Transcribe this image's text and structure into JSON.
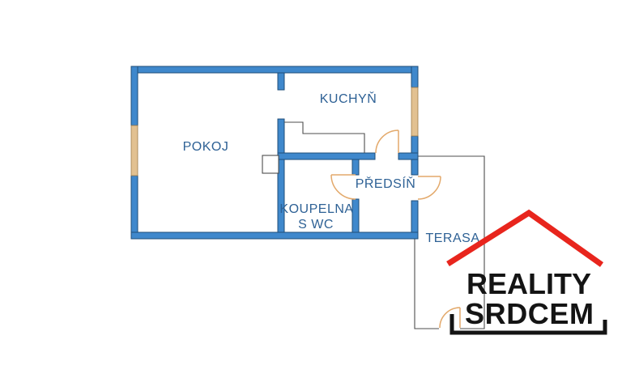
{
  "plan": {
    "labels": {
      "pokoj": "POKOJ",
      "kuchyn": "KUCHYŇ",
      "koupelna_line1": "KOUPELNA",
      "koupelna_line2": "S WC",
      "predsin": "PŘEDSÍŇ",
      "terasa": "TERASA"
    },
    "colors": {
      "wall_fill": "#3f88cc",
      "wall_edge": "#1f4e79",
      "window_fill": "#e2c191",
      "door_arc": "#e3a96b",
      "thin_outline": "#4d4d4d",
      "label_blue": "#2e6195"
    }
  },
  "logo": {
    "line1": "REALITY",
    "line2": "SRDCEM",
    "roof_color": "#e8251d",
    "text_color": "#141414"
  }
}
